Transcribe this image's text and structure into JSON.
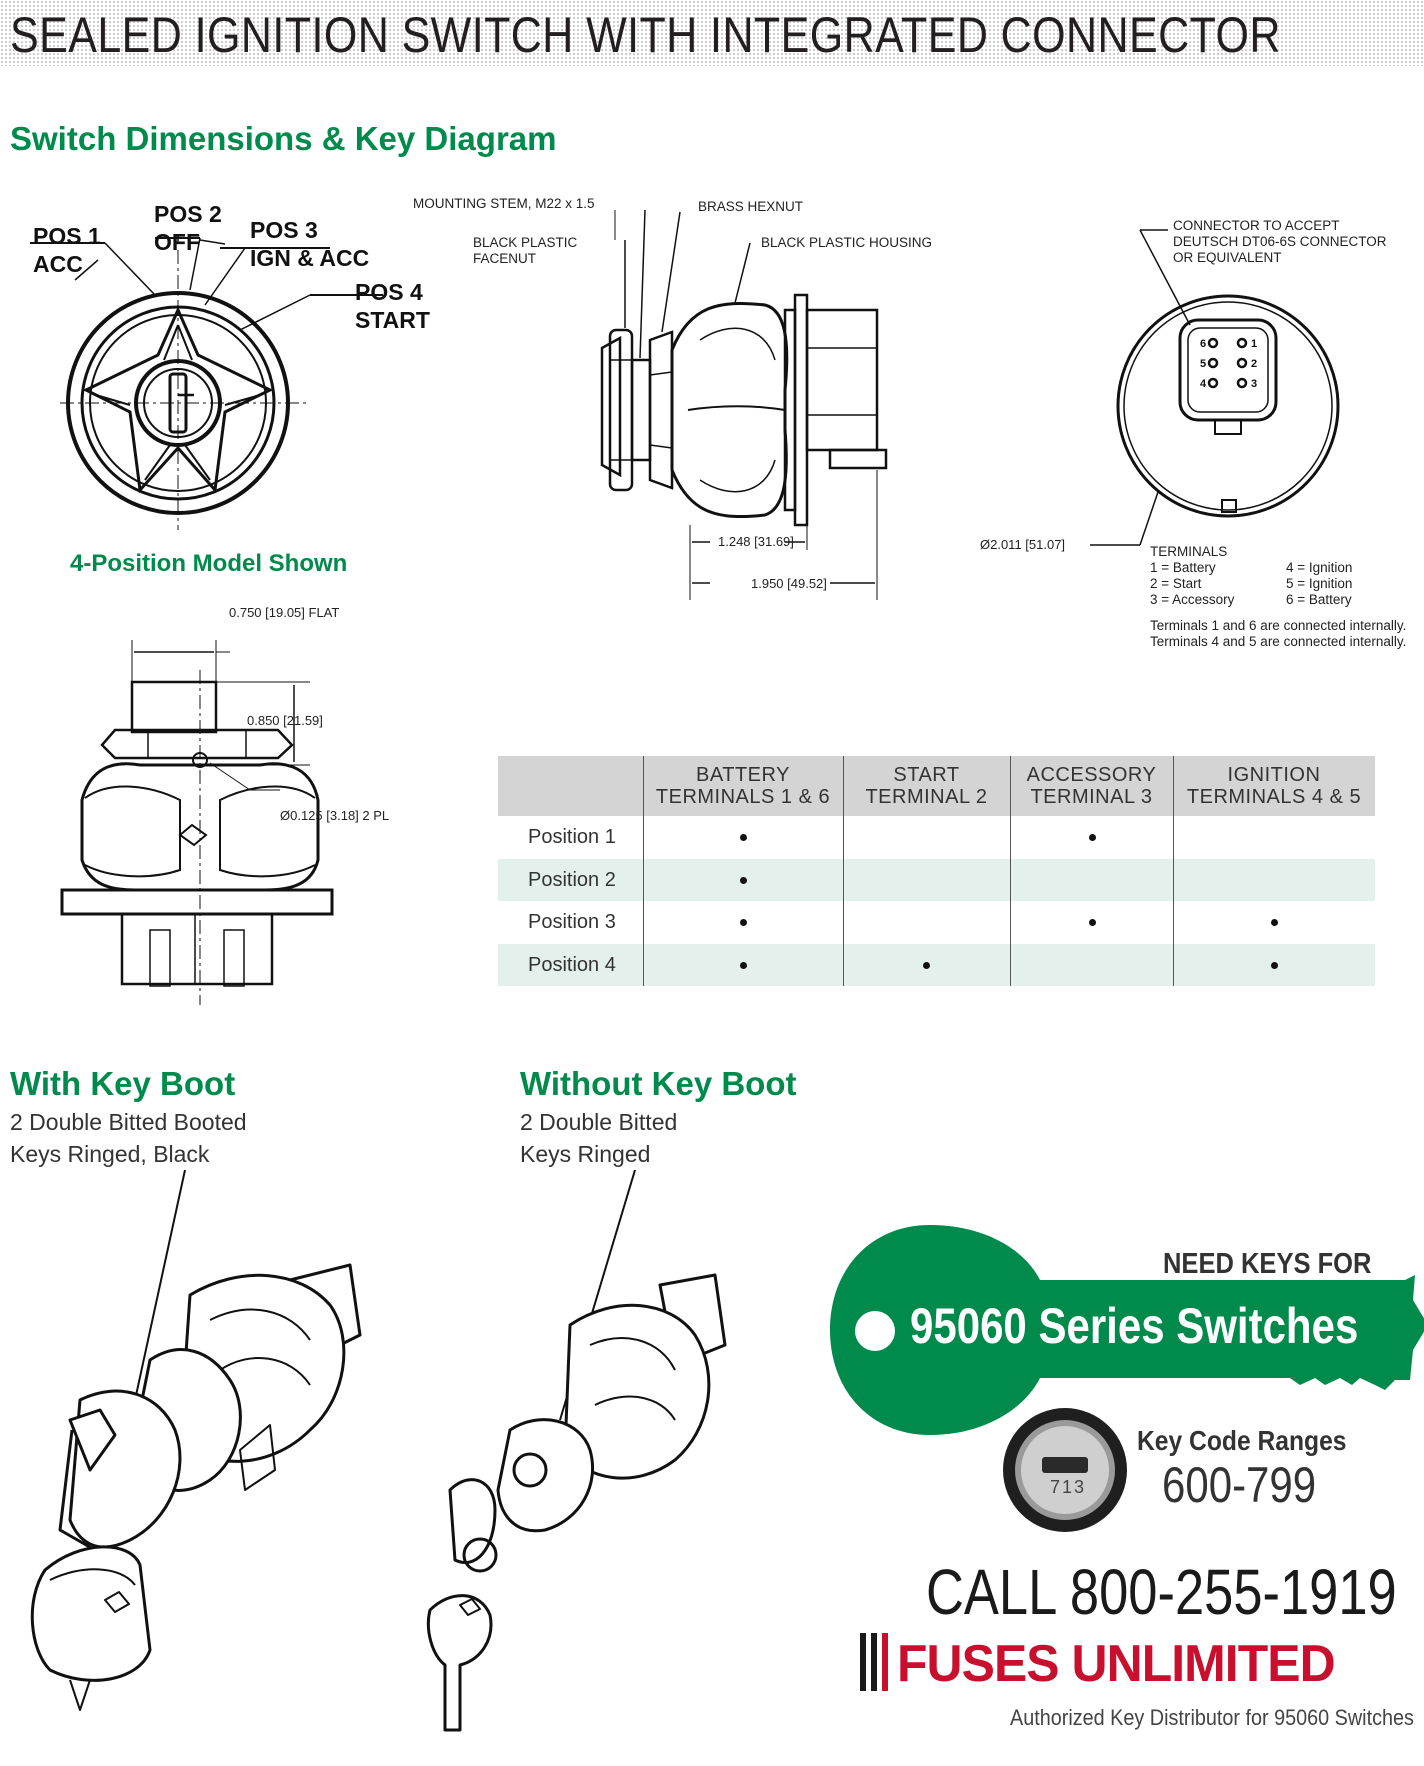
{
  "header": {
    "title": "SEALED IGNITION SWITCH WITH INTEGRATED CONNECTOR"
  },
  "section": {
    "title": "Switch Dimensions & Key Diagram"
  },
  "key_diagram": {
    "pos1": [
      "POS 1",
      "ACC"
    ],
    "pos2": [
      "POS 2",
      "OFF"
    ],
    "pos3": [
      "POS 3",
      "IGN & ACC"
    ],
    "pos4": [
      "POS 4",
      "START"
    ],
    "model_note": "4-Position Model Shown"
  },
  "side_view": {
    "mounting_stem": "MOUNTING STEM, M22 x 1.5",
    "brass_hexnut": "BRASS HEXNUT",
    "black_facenut": [
      "BLACK PLASTIC",
      "FACENUT"
    ],
    "black_housing": "BLACK PLASTIC HOUSING",
    "dim_a": "1.248 [31.69]",
    "dim_b": "1.950 [49.52]"
  },
  "rear_view": {
    "connector_note": [
      "CONNECTOR TO ACCEPT",
      "DEUTSCH  DT06-6S CONNECTOR",
      "OR EQUIVALENT"
    ],
    "diameter": "Ø2.011 [51.07]",
    "terminals_title": "TERMINALS",
    "terminals_left": [
      "1 = Battery",
      "2 = Start",
      "3 = Accessory"
    ],
    "terminals_right": [
      "4 = Ignition",
      "5 = Ignition",
      "6 = Battery"
    ],
    "notes": [
      "Terminals 1 and 6 are connected internally.",
      "Terminals 4 and 5 are connected internally."
    ]
  },
  "front_view": {
    "flat": "0.750 [19.05] FLAT",
    "height": "0.850 [21.59]",
    "hole": "Ø0.125 [3.18] 2 PL"
  },
  "table": {
    "columns": [
      [
        "BATTERY",
        "TERMINALS 1 & 6"
      ],
      [
        "START",
        "TERMINAL 2"
      ],
      [
        "ACCESSORY",
        "TERMINAL 3"
      ],
      [
        "IGNITION",
        "TERMINALS 4 & 5"
      ]
    ],
    "rows": [
      {
        "label": "Position 1",
        "marks": [
          true,
          false,
          true,
          false
        ]
      },
      {
        "label": "Position 2",
        "marks": [
          true,
          false,
          false,
          false
        ]
      },
      {
        "label": "Position 3",
        "marks": [
          true,
          false,
          true,
          true
        ]
      },
      {
        "label": "Position 4",
        "marks": [
          true,
          true,
          false,
          true
        ]
      }
    ]
  },
  "with_boot": {
    "title": "With Key Boot",
    "lines": [
      "2 Double Bitted Booted",
      "Keys Ringed, Black"
    ]
  },
  "without_boot": {
    "title": "Without Key Boot",
    "lines": [
      "2 Double Bitted",
      "Keys Ringed"
    ]
  },
  "promo": {
    "need_keys": "NEED KEYS FOR",
    "series": "95060 Series Switches",
    "key_code_label": "Key Code Ranges",
    "key_code_range": "600-799",
    "lock_code": "713",
    "call": "CALL 800-255-1919",
    "brand": "FUSES UNLIMITED",
    "tagline": "Authorized Key Distributor for 95060 Switches"
  },
  "colors": {
    "green": "#008a4b",
    "table_header": "#d4d4d4",
    "table_stripe": "#e3f0ec",
    "brand_red": "#c8102e"
  }
}
